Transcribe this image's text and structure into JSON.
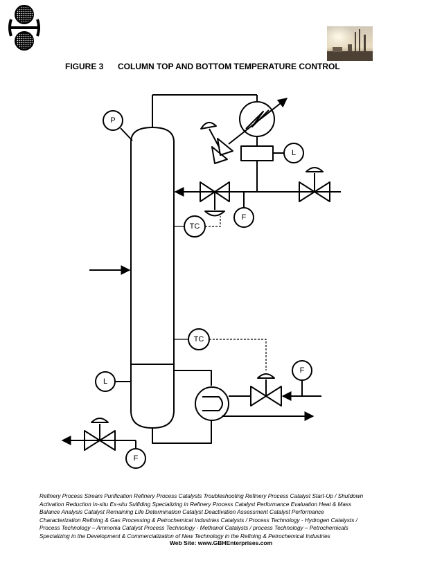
{
  "header": {
    "figure_number": "FIGURE 3",
    "figure_title": "COLUMN TOP AND BOTTOM TEMPERATURE CONTROL"
  },
  "diagram": {
    "labels": {
      "pressure_top": "P",
      "level_top": "L",
      "flow_reflux": "F",
      "tc_top": "TC",
      "tc_bottom": "TC",
      "level_bottom": "L",
      "flow_heat": "F",
      "flow_bottom": "F"
    }
  },
  "footer": {
    "lines": [
      "Refinery Process Stream Purification Refinery Process Catalysts Troubleshooting Refinery Process Catalyst Start-Up / Shutdown",
      " Activation   Reduction  In-situ  Ex-situ Sulfiding Specializing in Refinery Process Catalyst Performance Evaluation Heat & Mass",
      " Balance Analysis  Catalyst Remaining Life Determination  Catalyst Deactivation Assessment  Catalyst Performance",
      "Characterization  Refining  & Gas Processing &  Petrochemical Industries  Catalysts / Process Technology - Hydrogen  Catalysts /",
      "Process Technology – Ammonia  Catalyst Process Technology - Methanol  Catalysts / process Technology – Petrochemicals",
      "Specializing in the Development  & Commercialization of New Technology in the Refining &   Petrochemical Industries"
    ],
    "website": "Web Site: www.GBHEnterprises.com"
  }
}
